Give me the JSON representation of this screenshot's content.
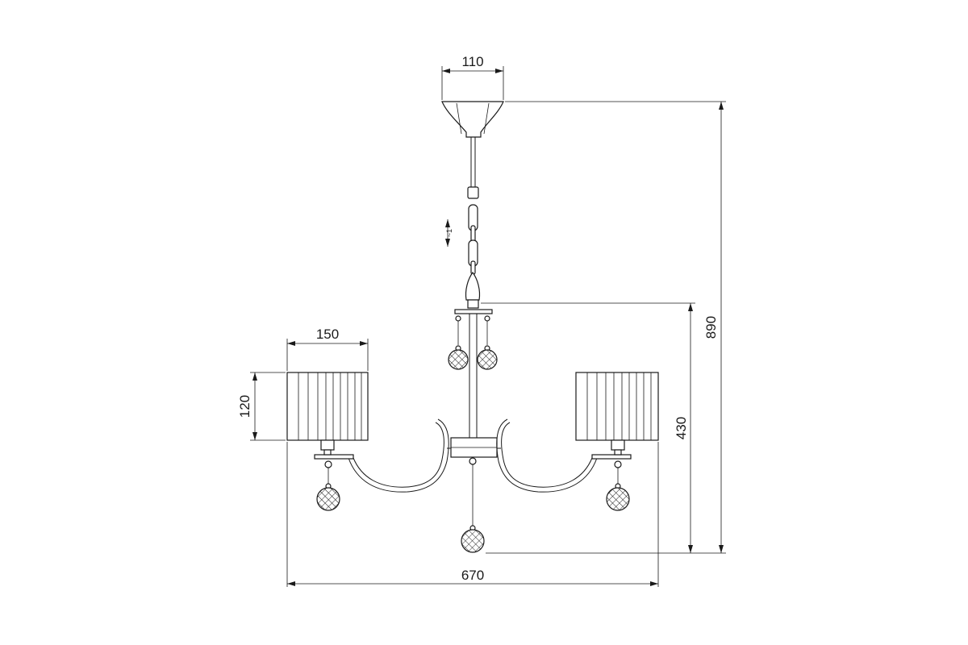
{
  "dimensions": {
    "canopy_width": "110",
    "total_height": "890",
    "body_height": "430",
    "shade_width": "150",
    "shade_height": "120",
    "total_width": "670"
  },
  "chain_note": "~1"
}
